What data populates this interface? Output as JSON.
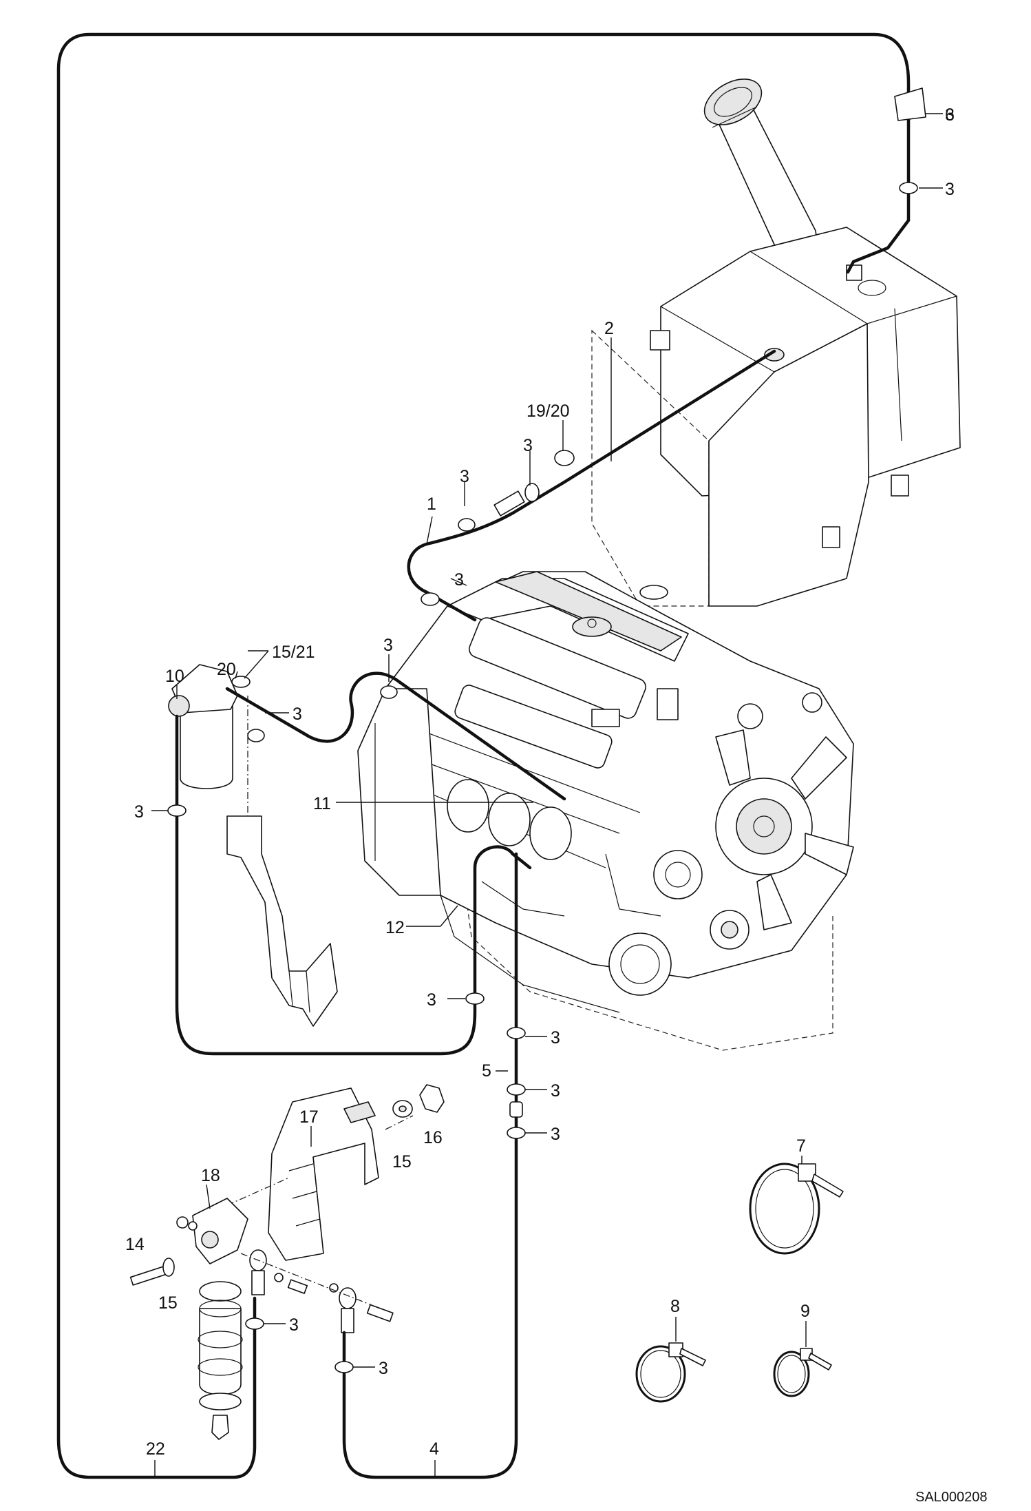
{
  "figure": {
    "code": "SAL000208"
  },
  "callouts": [
    {
      "id": "c1",
      "label": "1"
    },
    {
      "id": "c2",
      "label": "2"
    },
    {
      "id": "c3a",
      "label": "3"
    },
    {
      "id": "c3b",
      "label": "3"
    },
    {
      "id": "c3c",
      "label": "3"
    },
    {
      "id": "c3d",
      "label": "3"
    },
    {
      "id": "c3e",
      "label": "3"
    },
    {
      "id": "c3f",
      "label": "3"
    },
    {
      "id": "c3g",
      "label": "3"
    },
    {
      "id": "c3h",
      "label": "3"
    },
    {
      "id": "c3i",
      "label": "3"
    },
    {
      "id": "c3j",
      "label": "3"
    },
    {
      "id": "c3k",
      "label": "3"
    },
    {
      "id": "c3l",
      "label": "3"
    },
    {
      "id": "c3m",
      "label": "3"
    },
    {
      "id": "c3n",
      "label": "3"
    },
    {
      "id": "c4",
      "label": "4"
    },
    {
      "id": "c5",
      "label": "5"
    },
    {
      "id": "c6",
      "label": "6"
    },
    {
      "id": "c7",
      "label": "7"
    },
    {
      "id": "c8",
      "label": "8"
    },
    {
      "id": "c9",
      "label": "9"
    },
    {
      "id": "c10",
      "label": "10"
    },
    {
      "id": "c11",
      "label": "11"
    },
    {
      "id": "c12",
      "label": "12"
    },
    {
      "id": "c14",
      "label": "14"
    },
    {
      "id": "c15a",
      "label": "15"
    },
    {
      "id": "c15b",
      "label": "15"
    },
    {
      "id": "c1521",
      "label": "15/21"
    },
    {
      "id": "c16",
      "label": "16"
    },
    {
      "id": "c17",
      "label": "17"
    },
    {
      "id": "c18",
      "label": "18"
    },
    {
      "id": "c1920",
      "label": "19/20"
    },
    {
      "id": "c20",
      "label": "20"
    },
    {
      "id": "c22",
      "label": "22"
    }
  ]
}
